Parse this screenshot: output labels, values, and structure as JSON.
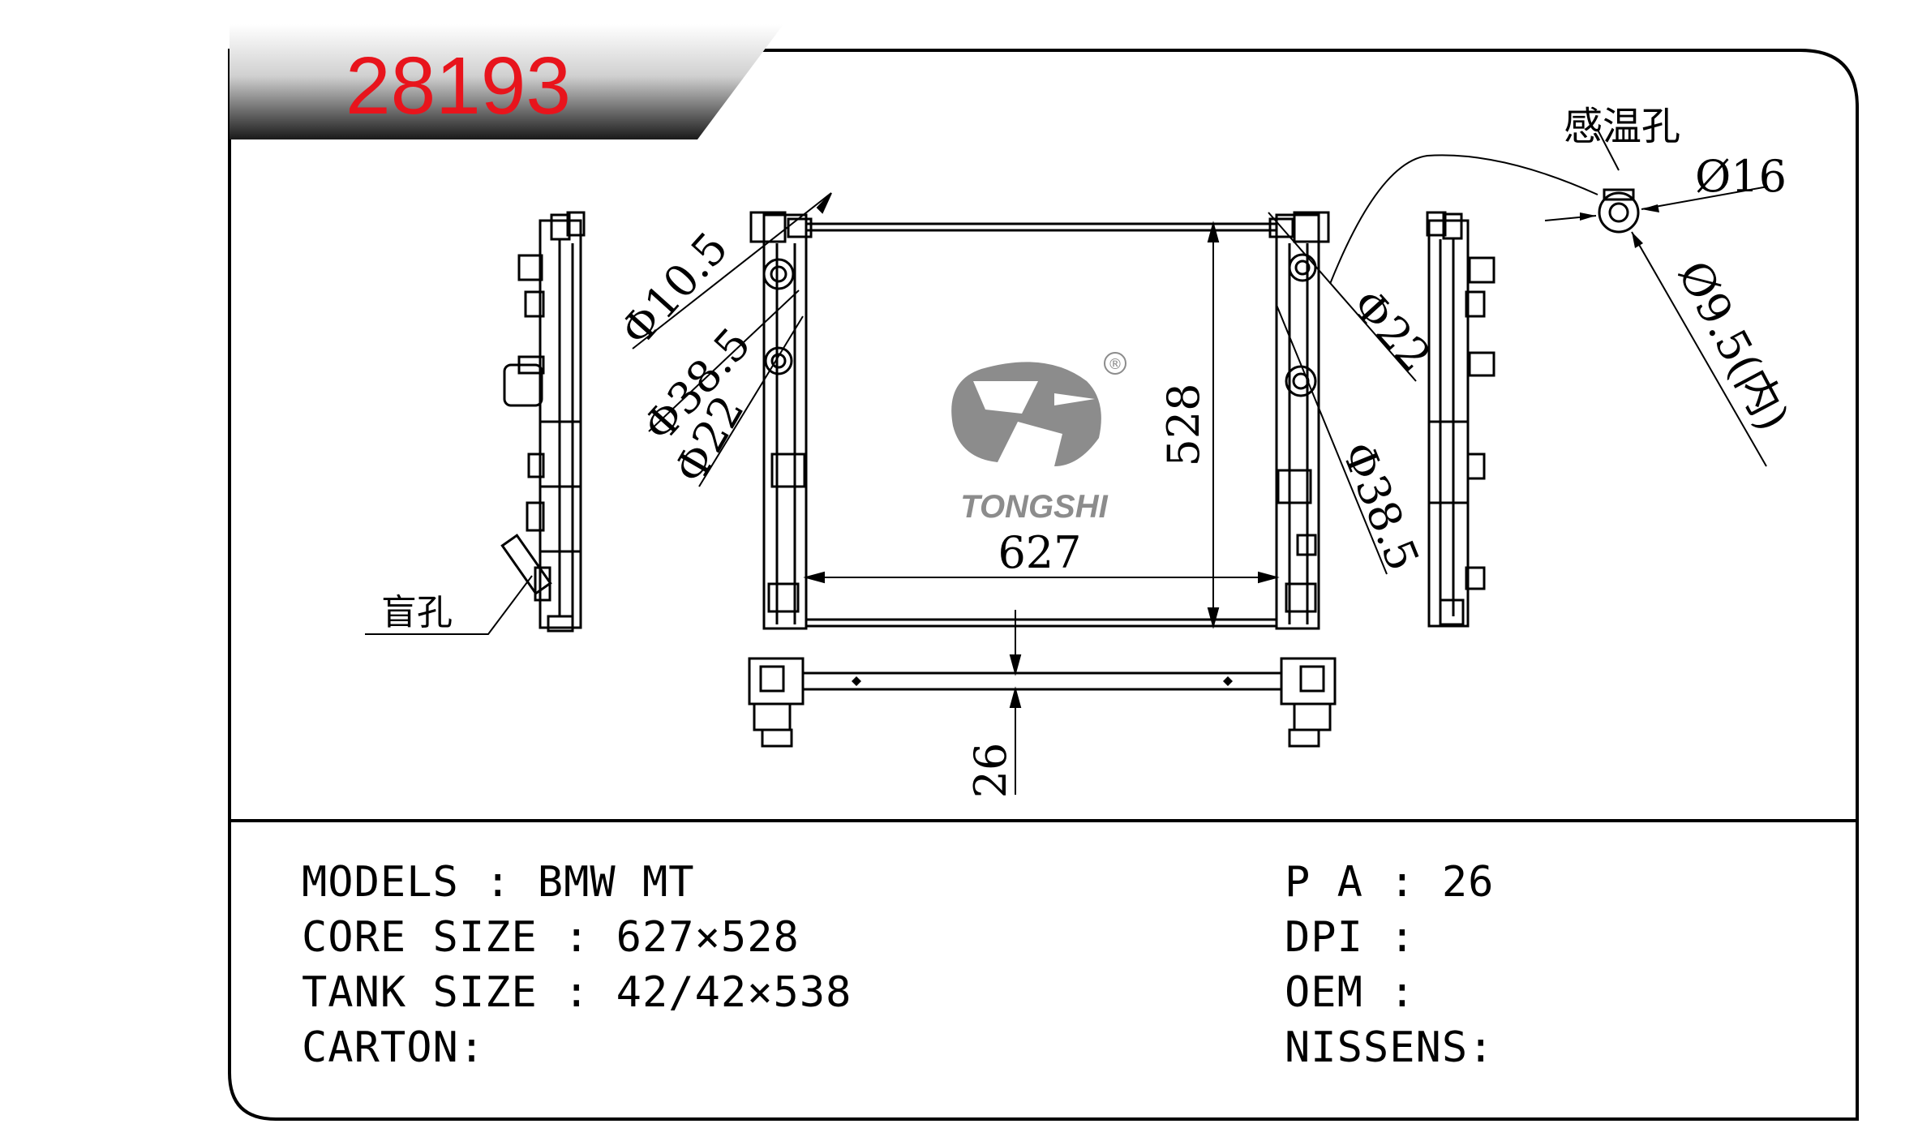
{
  "part_number": "28193",
  "brand": {
    "name": "TONGSHI",
    "registered_mark": "®"
  },
  "dimensions": {
    "core_width": "627",
    "core_height": "528",
    "core_thickness": "26",
    "left_hole_1": "Φ10.5",
    "left_hole_2": "Φ38.5",
    "left_hole_3": "Φ22",
    "right_hole_1": "Φ22",
    "right_hole_2": "Φ38.5",
    "sensor_outer": "Ø16",
    "sensor_inner": "Ø9.5(内)"
  },
  "callouts": {
    "blind_hole": "盲孔",
    "sensor_hole": "感温孔"
  },
  "specs": {
    "models": "MODELS : BMW MT",
    "core_size": "CORE SIZE : 627×528",
    "tank_size": "TANK SIZE : 42/42×538",
    "carton": "CARTON:",
    "pa": "P A : 26",
    "dpi": "DPI :",
    "oem": "OEM :",
    "nissens": "NISSENS:"
  },
  "colors": {
    "part_number": "#e8141c",
    "ink": "#000000",
    "logo_grey": "#8c8c8c"
  }
}
